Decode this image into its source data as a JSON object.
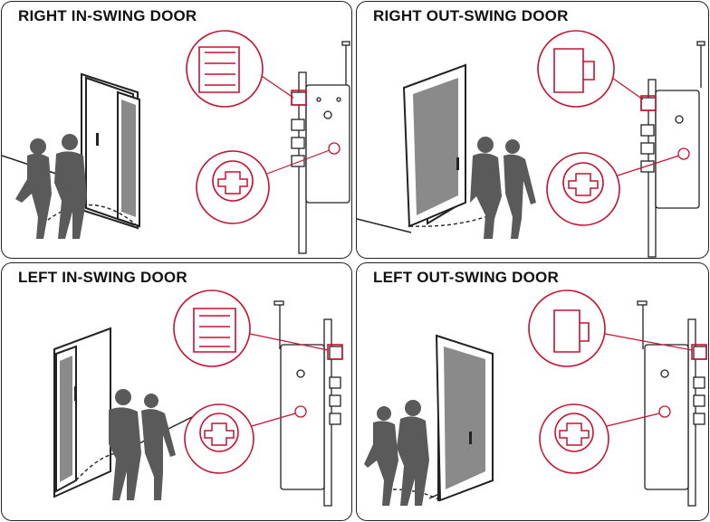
{
  "panels": [
    {
      "title": "RIGHT IN-SWING DOOR"
    },
    {
      "title": "RIGHT OUT-SWING DOOR"
    },
    {
      "title": "LEFT IN-SWING DOOR"
    },
    {
      "title": "LEFT OUT-SWING DOOR"
    }
  ],
  "colors": {
    "accent": "#c8102e",
    "figure": "#5a5a5a",
    "door_glass": "#8a8a8a",
    "line": "#222222"
  }
}
